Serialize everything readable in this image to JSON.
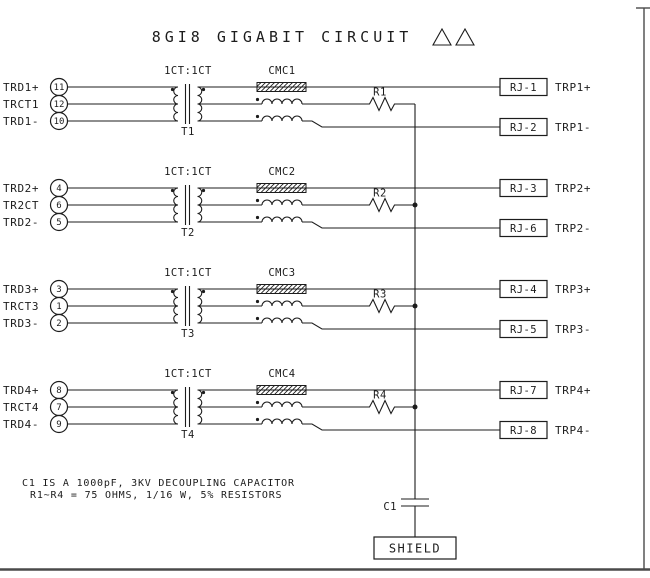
{
  "title": "8GI8 GIGABIT CIRCUIT",
  "title_icons": {
    "icon": "warning-triangle",
    "count": 2
  },
  "colors": {
    "line": "#1c1c1c",
    "background": "#ffffff",
    "border": "#4a4a4a"
  },
  "channels": [
    {
      "inputs": [
        {
          "label": "TRD1+",
          "pin": "11"
        },
        {
          "label": "TRCT1",
          "pin": "12"
        },
        {
          "label": "TRD1-",
          "pin": "10"
        }
      ],
      "transformer": {
        "ratio_label": "1CT:1CT",
        "name": "T1"
      },
      "choke": {
        "name": "CMC1"
      },
      "resistor": {
        "name": "R1"
      },
      "outputs": [
        {
          "connector": "RJ-1",
          "label": "TRP1+"
        },
        {
          "connector": "RJ-2",
          "label": "TRP1-"
        }
      ]
    },
    {
      "inputs": [
        {
          "label": "TRD2+",
          "pin": "4"
        },
        {
          "label": "TR2CT",
          "pin": "6"
        },
        {
          "label": "TRD2-",
          "pin": "5"
        }
      ],
      "transformer": {
        "ratio_label": "1CT:1CT",
        "name": "T2"
      },
      "choke": {
        "name": "CMC2"
      },
      "resistor": {
        "name": "R2"
      },
      "outputs": [
        {
          "connector": "RJ-3",
          "label": "TRP2+"
        },
        {
          "connector": "RJ-6",
          "label": "TRP2-"
        }
      ]
    },
    {
      "inputs": [
        {
          "label": "TRD3+",
          "pin": "3"
        },
        {
          "label": "TRCT3",
          "pin": "1"
        },
        {
          "label": "TRD3-",
          "pin": "2"
        }
      ],
      "transformer": {
        "ratio_label": "1CT:1CT",
        "name": "T3"
      },
      "choke": {
        "name": "CMC3"
      },
      "resistor": {
        "name": "R3"
      },
      "outputs": [
        {
          "connector": "RJ-4",
          "label": "TRP3+"
        },
        {
          "connector": "RJ-5",
          "label": "TRP3-"
        }
      ]
    },
    {
      "inputs": [
        {
          "label": "TRD4+",
          "pin": "8"
        },
        {
          "label": "TRCT4",
          "pin": "7"
        },
        {
          "label": "TRD4-",
          "pin": "9"
        }
      ],
      "transformer": {
        "ratio_label": "1CT:1CT",
        "name": "T4"
      },
      "choke": {
        "name": "CMC4"
      },
      "resistor": {
        "name": "R4"
      },
      "outputs": [
        {
          "connector": "RJ-7",
          "label": "TRP4+"
        },
        {
          "connector": "RJ-8",
          "label": "TRP4-"
        }
      ]
    }
  ],
  "capacitor": {
    "name": "C1"
  },
  "shield": {
    "label": "SHIELD"
  },
  "notes": [
    "C1 IS A 1000pF, 3KV DECOUPLING CAPACITOR",
    "R1~R4 = 75 OHMS, 1/16 W, 5% RESISTORS"
  ]
}
